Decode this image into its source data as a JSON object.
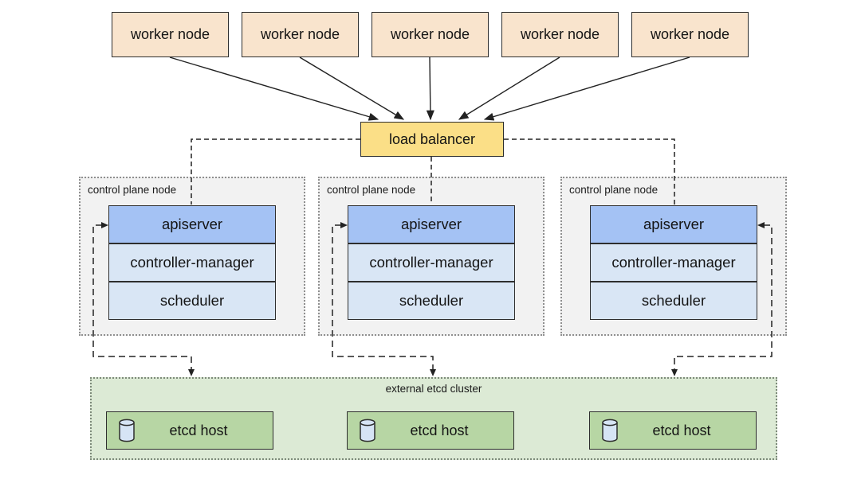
{
  "colors": {
    "worker_fill": "#F9E4CD",
    "load_balancer_fill": "#FBDF87",
    "apiserver_fill": "#A4C2F4",
    "component_fill": "#D9E6F5",
    "control_plane_fill": "#F2F2F2",
    "etcd_cluster_fill": "#DCEAD5",
    "etcd_host_fill": "#B7D6A4",
    "cylinder_icon_fill": "#D6E4F5",
    "connector_color": "#222222"
  },
  "workers": [
    {
      "label": "worker node"
    },
    {
      "label": "worker node"
    },
    {
      "label": "worker node"
    },
    {
      "label": "worker node"
    },
    {
      "label": "worker node"
    }
  ],
  "load_balancer": {
    "label": "load balancer"
  },
  "control_planes": [
    {
      "label": "control plane node",
      "components": [
        "apiserver",
        "controller-manager",
        "scheduler"
      ]
    },
    {
      "label": "control plane node",
      "components": [
        "apiserver",
        "controller-manager",
        "scheduler"
      ]
    },
    {
      "label": "control plane node",
      "components": [
        "apiserver",
        "controller-manager",
        "scheduler"
      ]
    }
  ],
  "etcd": {
    "label": "external etcd cluster",
    "hosts": [
      {
        "label": "etcd host",
        "icon": "database-cylinder-icon"
      },
      {
        "label": "etcd host",
        "icon": "database-cylinder-icon"
      },
      {
        "label": "etcd host",
        "icon": "database-cylinder-icon"
      }
    ]
  }
}
